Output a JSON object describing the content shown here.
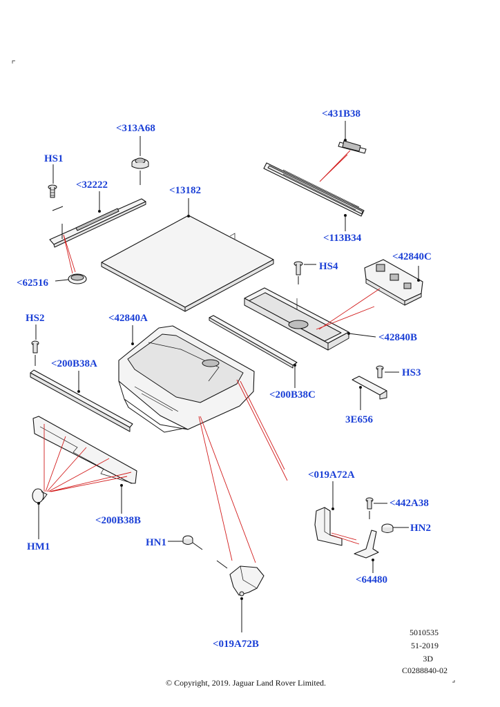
{
  "callouts": {
    "hs1": "HS1",
    "c32222": "<32222",
    "c313a68": "<313A68",
    "c13182": "<13182",
    "c431b38": "<431B38",
    "c113b34": "<113B34",
    "c62516": "<62516",
    "hs4": "HS4",
    "c42840c": "<42840C",
    "hs2": "HS2",
    "c42840a": "<42840A",
    "c42840b": "<42840B",
    "c200b38a": "<200B38A",
    "c200b38c": "<200B38C",
    "hs3": "HS3",
    "c3e656": "3E656",
    "c019a72a": "<019A72A",
    "c200b38b": "<200B38B",
    "hm1": "HM1",
    "c442a38": "<442A38",
    "hn2": "HN2",
    "hn1": "HN1",
    "c64480": "<64480",
    "c019a72b": "<019A72B"
  },
  "meta": {
    "line1": "5010535",
    "line2": "51-2019",
    "line3": "3D",
    "line4": "C0288840-02"
  },
  "copyright": "© Copyright, 2019. Jaguar Land Rover Limited.",
  "colors": {
    "callout": "#1a3fd6",
    "reference_lines": "#d21a1a",
    "outline": "#111111"
  }
}
